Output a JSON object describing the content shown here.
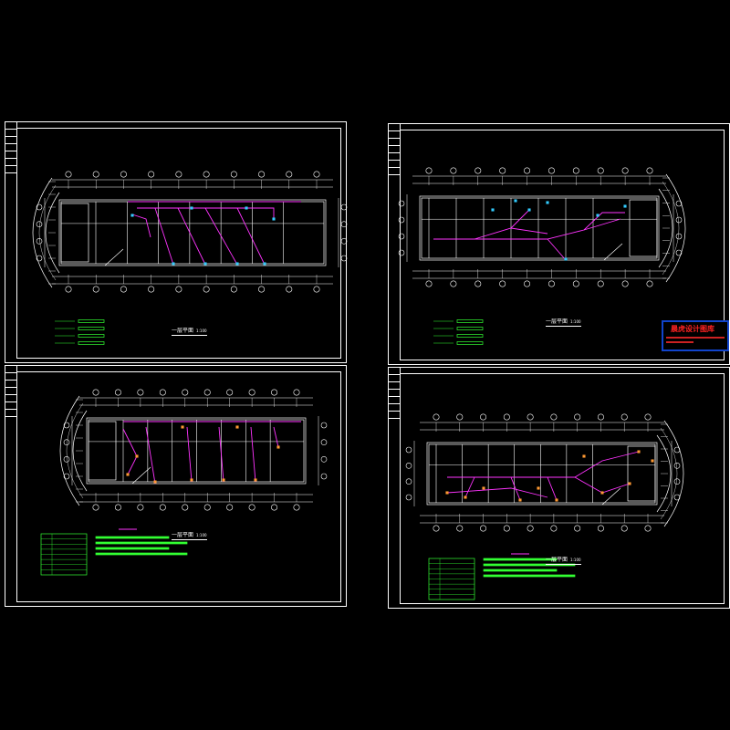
{
  "sheets": [
    {
      "id": "top-left",
      "caption": "一层平面",
      "scale": "1:100"
    },
    {
      "id": "top-right",
      "caption": "一层平面",
      "scale": "1:100"
    },
    {
      "id": "bottom-left",
      "caption": "一层平面",
      "scale": "1:100"
    },
    {
      "id": "bottom-right",
      "caption": "一层平面",
      "scale": "1:100"
    }
  ],
  "stamp": {
    "title": "晨虎设计图库"
  },
  "colors": {
    "linework": "#ffffff",
    "wiring": "#ff33ff",
    "annotation": "#33ff33",
    "fixture": "#33ccff",
    "stamp_border": "#1144cc",
    "stamp_text": "#ff2222"
  }
}
